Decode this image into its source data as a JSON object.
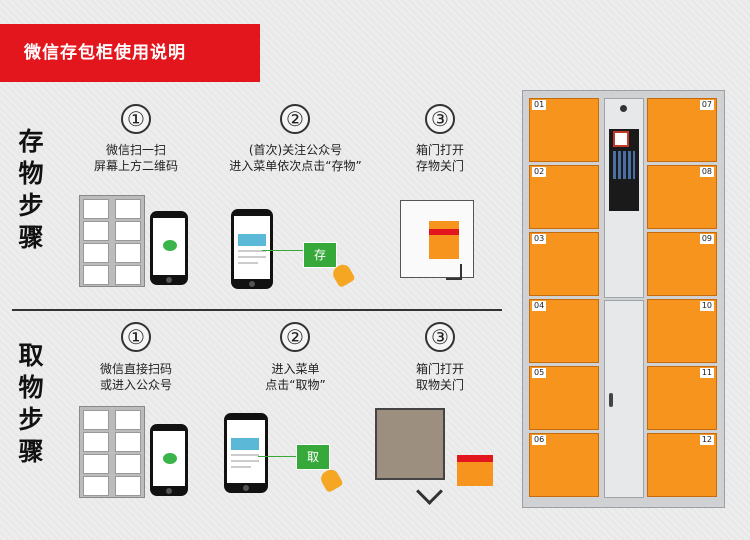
{
  "banner": {
    "title": "微信存包柜使用说明"
  },
  "store": {
    "side_label": [
      "存",
      "物",
      "步",
      "骤"
    ],
    "steps": [
      {
        "num": "①",
        "lines": [
          "微信扫一扫",
          "屏幕上方二维码"
        ]
      },
      {
        "num": "②",
        "lines": [
          "(首次)关注公众号",
          "进入菜单依次点击“存物”"
        ]
      },
      {
        "num": "③",
        "lines": [
          "箱门打开",
          "存物关门"
        ]
      }
    ],
    "button_label": "存"
  },
  "retrieve": {
    "side_label": [
      "取",
      "物",
      "步",
      "骤"
    ],
    "steps": [
      {
        "num": "①",
        "lines": [
          "微信直接扫码",
          "或进入公众号"
        ]
      },
      {
        "num": "②",
        "lines": [
          "进入菜单",
          "点击“取物”"
        ]
      },
      {
        "num": "③",
        "lines": [
          "箱门打开",
          "取物关门"
        ]
      }
    ],
    "button_label": "取"
  },
  "cabinet": {
    "left_doors": [
      "01",
      "02",
      "03",
      "04",
      "05",
      "06"
    ],
    "right_doors": [
      "07",
      "08",
      "09",
      "10",
      "11",
      "12"
    ]
  },
  "colors": {
    "banner": "#e4161d",
    "door": "#f7941d",
    "wechat": "#39b54a"
  }
}
